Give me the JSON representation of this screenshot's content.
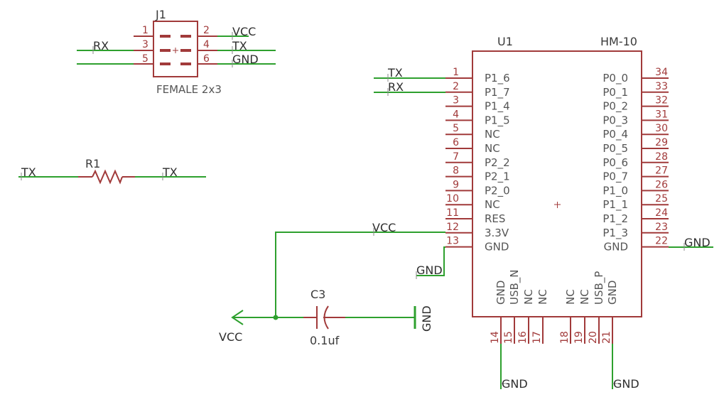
{
  "j1": {
    "ref": "J1",
    "value": "FEMALE 2x3",
    "pins": [
      "1",
      "2",
      "3",
      "4",
      "5",
      "6"
    ],
    "nets": {
      "vcc": "VCC",
      "rx": "RX",
      "tx": "TX",
      "gnd": "GND"
    }
  },
  "r1": {
    "ref": "R1",
    "left_net": "TX",
    "right_net": "TX"
  },
  "u1": {
    "ref": "U1",
    "value": "HM-10",
    "left_pins": [
      {
        "num": "1",
        "name": "P1_6"
      },
      {
        "num": "2",
        "name": "P1_7"
      },
      {
        "num": "3",
        "name": "P1_4"
      },
      {
        "num": "4",
        "name": "P1_5"
      },
      {
        "num": "5",
        "name": "NC"
      },
      {
        "num": "6",
        "name": "NC"
      },
      {
        "num": "7",
        "name": "P2_2"
      },
      {
        "num": "8",
        "name": "P2_1"
      },
      {
        "num": "9",
        "name": "P2_0"
      },
      {
        "num": "10",
        "name": "NC"
      },
      {
        "num": "11",
        "name": "RES"
      },
      {
        "num": "12",
        "name": "3.3V"
      },
      {
        "num": "13",
        "name": "GND"
      }
    ],
    "right_pins": [
      {
        "num": "34",
        "name": "P0_0"
      },
      {
        "num": "33",
        "name": "P0_1"
      },
      {
        "num": "32",
        "name": "P0_2"
      },
      {
        "num": "31",
        "name": "P0_3"
      },
      {
        "num": "30",
        "name": "P0_4"
      },
      {
        "num": "29",
        "name": "P0_5"
      },
      {
        "num": "28",
        "name": "P0_6"
      },
      {
        "num": "27",
        "name": "P0_7"
      },
      {
        "num": "26",
        "name": "P1_0"
      },
      {
        "num": "25",
        "name": "P1_1"
      },
      {
        "num": "24",
        "name": "P1_2"
      },
      {
        "num": "23",
        "name": "P1_3"
      },
      {
        "num": "22",
        "name": "GND"
      }
    ],
    "bottom_pins": [
      {
        "num": "14",
        "name": "GND"
      },
      {
        "num": "15",
        "name": "USB_N"
      },
      {
        "num": "16",
        "name": "NC"
      },
      {
        "num": "17",
        "name": "NC"
      },
      {
        "num": "18",
        "name": "NC"
      },
      {
        "num": "19",
        "name": "NC"
      },
      {
        "num": "20",
        "name": "USB_P"
      },
      {
        "num": "21",
        "name": "GND"
      }
    ]
  },
  "u1_nets": {
    "pin1": "TX",
    "pin2": "RX",
    "pin12": "VCC",
    "pin13": "GND",
    "pin22": "GND",
    "pin14": "GND",
    "pin21": "GND"
  },
  "c3": {
    "ref": "C3",
    "value": "0.1uf",
    "gnd_label": "GND"
  },
  "vcc_supply": {
    "label": "VCC"
  },
  "colors": {
    "wire": "#2ea02e",
    "part": "#a13a3a",
    "pin_name": "#555555",
    "text": "#2e2e2e"
  }
}
